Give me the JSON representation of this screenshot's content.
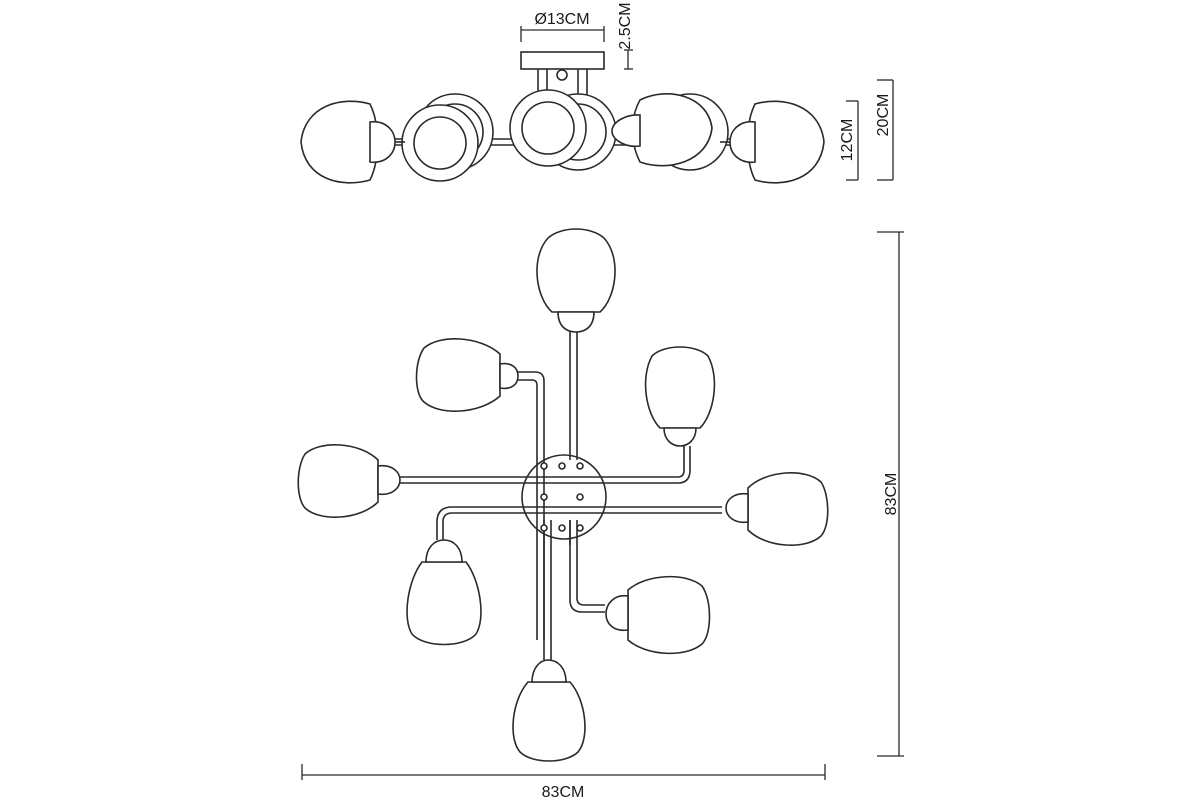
{
  "dimensions": {
    "canopy_diameter": "Ø13CM",
    "canopy_height": "2.5CM",
    "shade_height": "12CM",
    "total_height": "20CM",
    "depth": "83CM",
    "width": "83CM"
  }
}
